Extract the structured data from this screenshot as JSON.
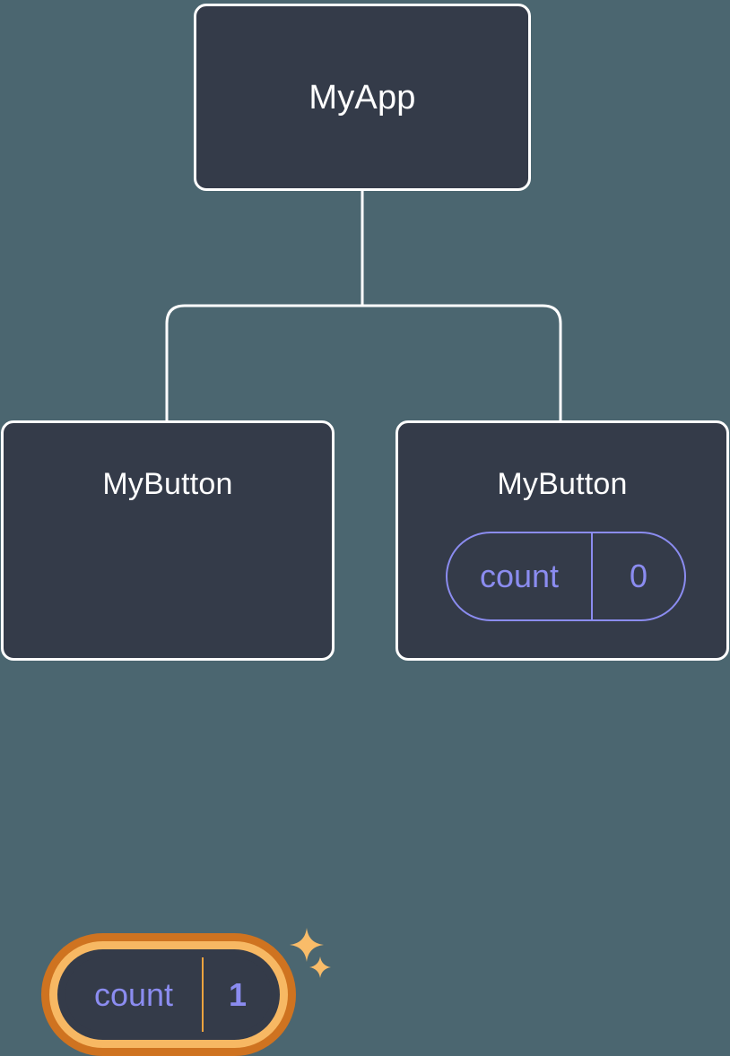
{
  "diagram": {
    "type": "component-tree",
    "background_color": "#4b6670",
    "node_fill_color": "#343b49",
    "node_border_color": "#ffffff",
    "connector_color": "#ffffff",
    "accent_color": "#8b8cf0",
    "highlight_outer_color": "#cf7320",
    "highlight_inner_color": "#f7b863",
    "sparkle_color": "#f9bc69"
  },
  "root": {
    "title": "MyApp"
  },
  "children": [
    {
      "title": "MyButton",
      "state": {
        "key": "count",
        "value": "1"
      },
      "highlighted": true,
      "sparkle_big": "sparkle-icon",
      "sparkle_small": "sparkle-icon"
    },
    {
      "title": "MyButton",
      "state": {
        "key": "count",
        "value": "0"
      },
      "highlighted": false
    }
  ]
}
